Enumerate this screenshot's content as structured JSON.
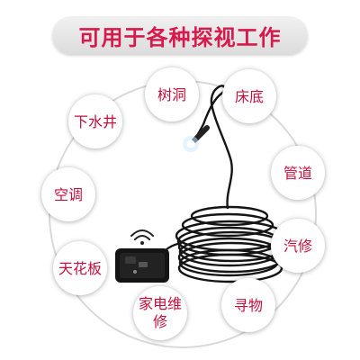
{
  "title": "可用于各种探视工作",
  "applications": [
    {
      "label": "树洞"
    },
    {
      "label": "床底"
    },
    {
      "label": "下水井"
    },
    {
      "label": "管道"
    },
    {
      "label": "空调"
    },
    {
      "label": "汽修"
    },
    {
      "label": "天花板"
    },
    {
      "label": "寻物"
    },
    {
      "label": "家电维修"
    }
  ],
  "colors": {
    "accent_text": "#c4103c",
    "title_text": "#d8194b",
    "ring": "#d9d9d9",
    "cable": "#1a1a1a",
    "led_glow": "#9fd2ff"
  },
  "icons": [
    "wifi-icon",
    "endoscope-camera-icon",
    "wireless-box-icon"
  ]
}
